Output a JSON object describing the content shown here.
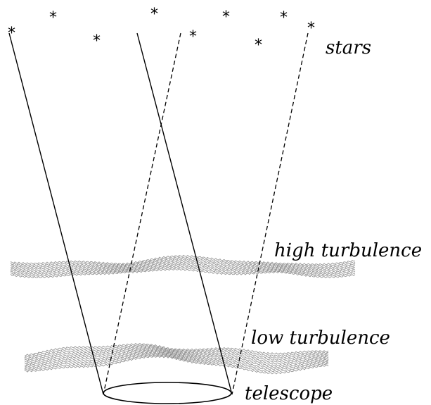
{
  "labels": {
    "stars": "stars",
    "high_turbulence": "high turbulence",
    "low_turbulence": "low turbulence",
    "telescope": "telescope"
  },
  "star_glyph": "*",
  "colors": {
    "ink": "#000000",
    "turbulence": "#8c8c8c",
    "background": "#ffffff"
  }
}
